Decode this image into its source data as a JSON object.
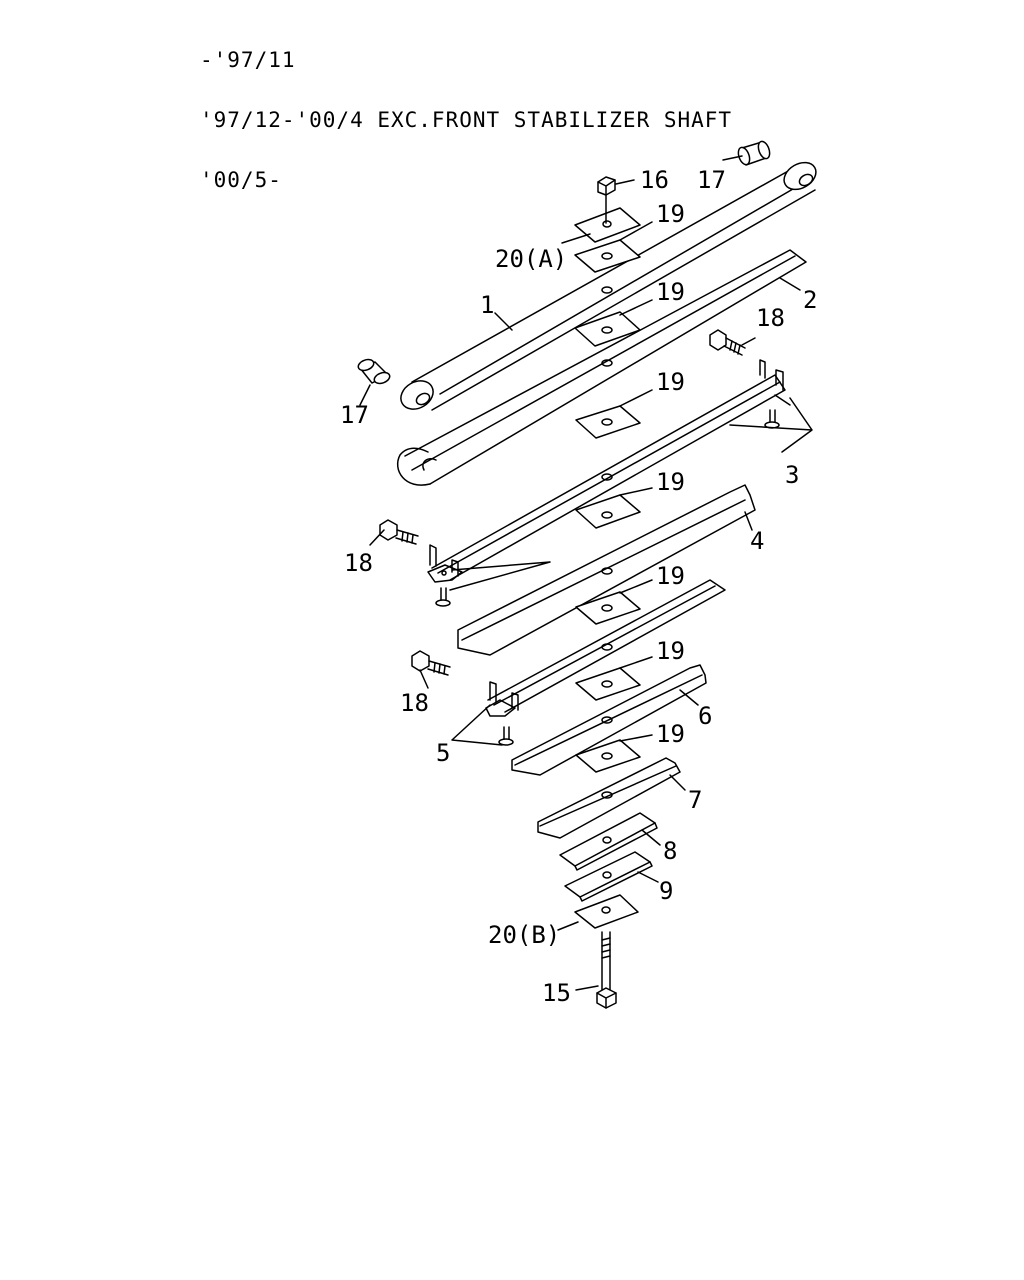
{
  "header": {
    "line1": "-'97/11",
    "line2": "'97/12-'00/4 EXC.FRONT STABILIZER SHAFT",
    "line3": "'00/5-"
  },
  "callouts": {
    "c1": "1",
    "c2": "2",
    "c3": "3",
    "c4": "4",
    "c5": "5",
    "c6": "6",
    "c7": "7",
    "c8": "8",
    "c9": "9",
    "c15": "15",
    "c16": "16",
    "c17a": "17",
    "c17b": "17",
    "c18a": "18",
    "c18b": "18",
    "c18c": "18",
    "c19a": "19",
    "c19b": "19",
    "c19c": "19",
    "c19d": "19",
    "c19e": "19",
    "c19f": "19",
    "c19g": "19",
    "c20a": "20(A)",
    "c20b": "20(B)"
  }
}
